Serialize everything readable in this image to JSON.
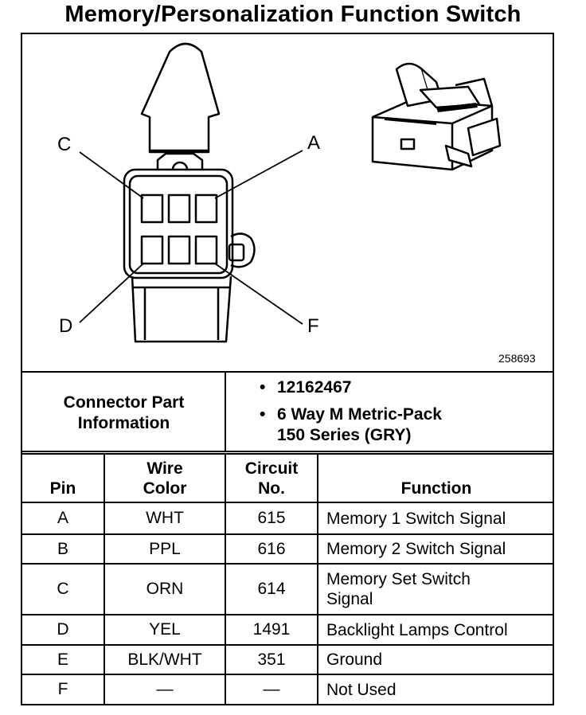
{
  "title": "Memory/Personalization Function Switch",
  "figure_number": "258693",
  "connector_labels": {
    "c": "C",
    "a": "A",
    "d": "D",
    "f": "F"
  },
  "connector_info": {
    "label": "Connector Part Information",
    "part_number": "12162467",
    "description_line1": "6 Way M Metric-Pack",
    "description_line2": "150 Series (GRY)"
  },
  "table": {
    "headers": {
      "pin": "Pin",
      "wire_color_1": "Wire",
      "wire_color_2": "Color",
      "circuit_1": "Circuit",
      "circuit_2": "No.",
      "function": "Function"
    },
    "rows": [
      {
        "pin": "A",
        "wire": "WHT",
        "circuit": "615",
        "function_1": "Memory 1 Switch Signal",
        "function_2": ""
      },
      {
        "pin": "B",
        "wire": "PPL",
        "circuit": "616",
        "function_1": "Memory 2 Switch Signal",
        "function_2": ""
      },
      {
        "pin": "C",
        "wire": "ORN",
        "circuit": "614",
        "function_1": "Memory Set Switch",
        "function_2": "Signal"
      },
      {
        "pin": "D",
        "wire": "YEL",
        "circuit": "1491",
        "function_1": "Backlight Lamps Control",
        "function_2": ""
      },
      {
        "pin": "E",
        "wire": "BLK/WHT",
        "circuit": "351",
        "function_1": "Ground",
        "function_2": ""
      },
      {
        "pin": "F",
        "wire": "—",
        "circuit": "—",
        "function_1": "Not Used",
        "function_2": ""
      }
    ]
  }
}
